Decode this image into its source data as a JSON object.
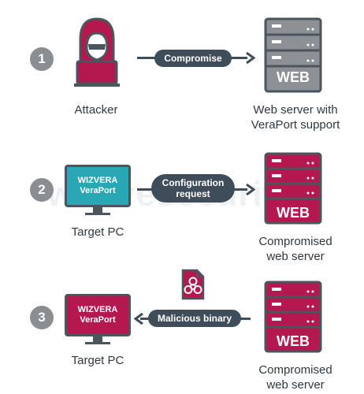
{
  "steps": [
    {
      "number": "1",
      "left_label": "Attacker",
      "action": "Compromise",
      "right_label_line1": "Web server with",
      "right_label_line2": "VeraPort support",
      "server_text": "WEB"
    },
    {
      "number": "2",
      "pc_line1": "WIZVERA",
      "pc_line2": "VeraPort",
      "left_label": "Target PC",
      "action_line1": "Configuration",
      "action_line2": "request",
      "right_label_line1": "Compromised",
      "right_label_line2": "web server",
      "server_text": "WEB"
    },
    {
      "number": "3",
      "pc_line1": "WIZVERA",
      "pc_line2": "VeraPort",
      "left_label": "Target PC",
      "action": "Malicious binary",
      "right_label_line1": "Compromised",
      "right_label_line2": "web server",
      "server_text": "WEB"
    }
  ],
  "watermark": "welivesecurity",
  "colors": {
    "grey_server": "#8d9196",
    "red_server": "#b5174f",
    "teal_pc": "#2aa7b5",
    "red_pc": "#b5174f",
    "pill": "#3e4d59",
    "step_circle": "#8a8e93"
  },
  "icons": [
    "hooded-attacker-icon",
    "server-icon",
    "monitor-icon",
    "biohazard-file-icon",
    "arrow-right-icon",
    "arrow-left-icon"
  ]
}
